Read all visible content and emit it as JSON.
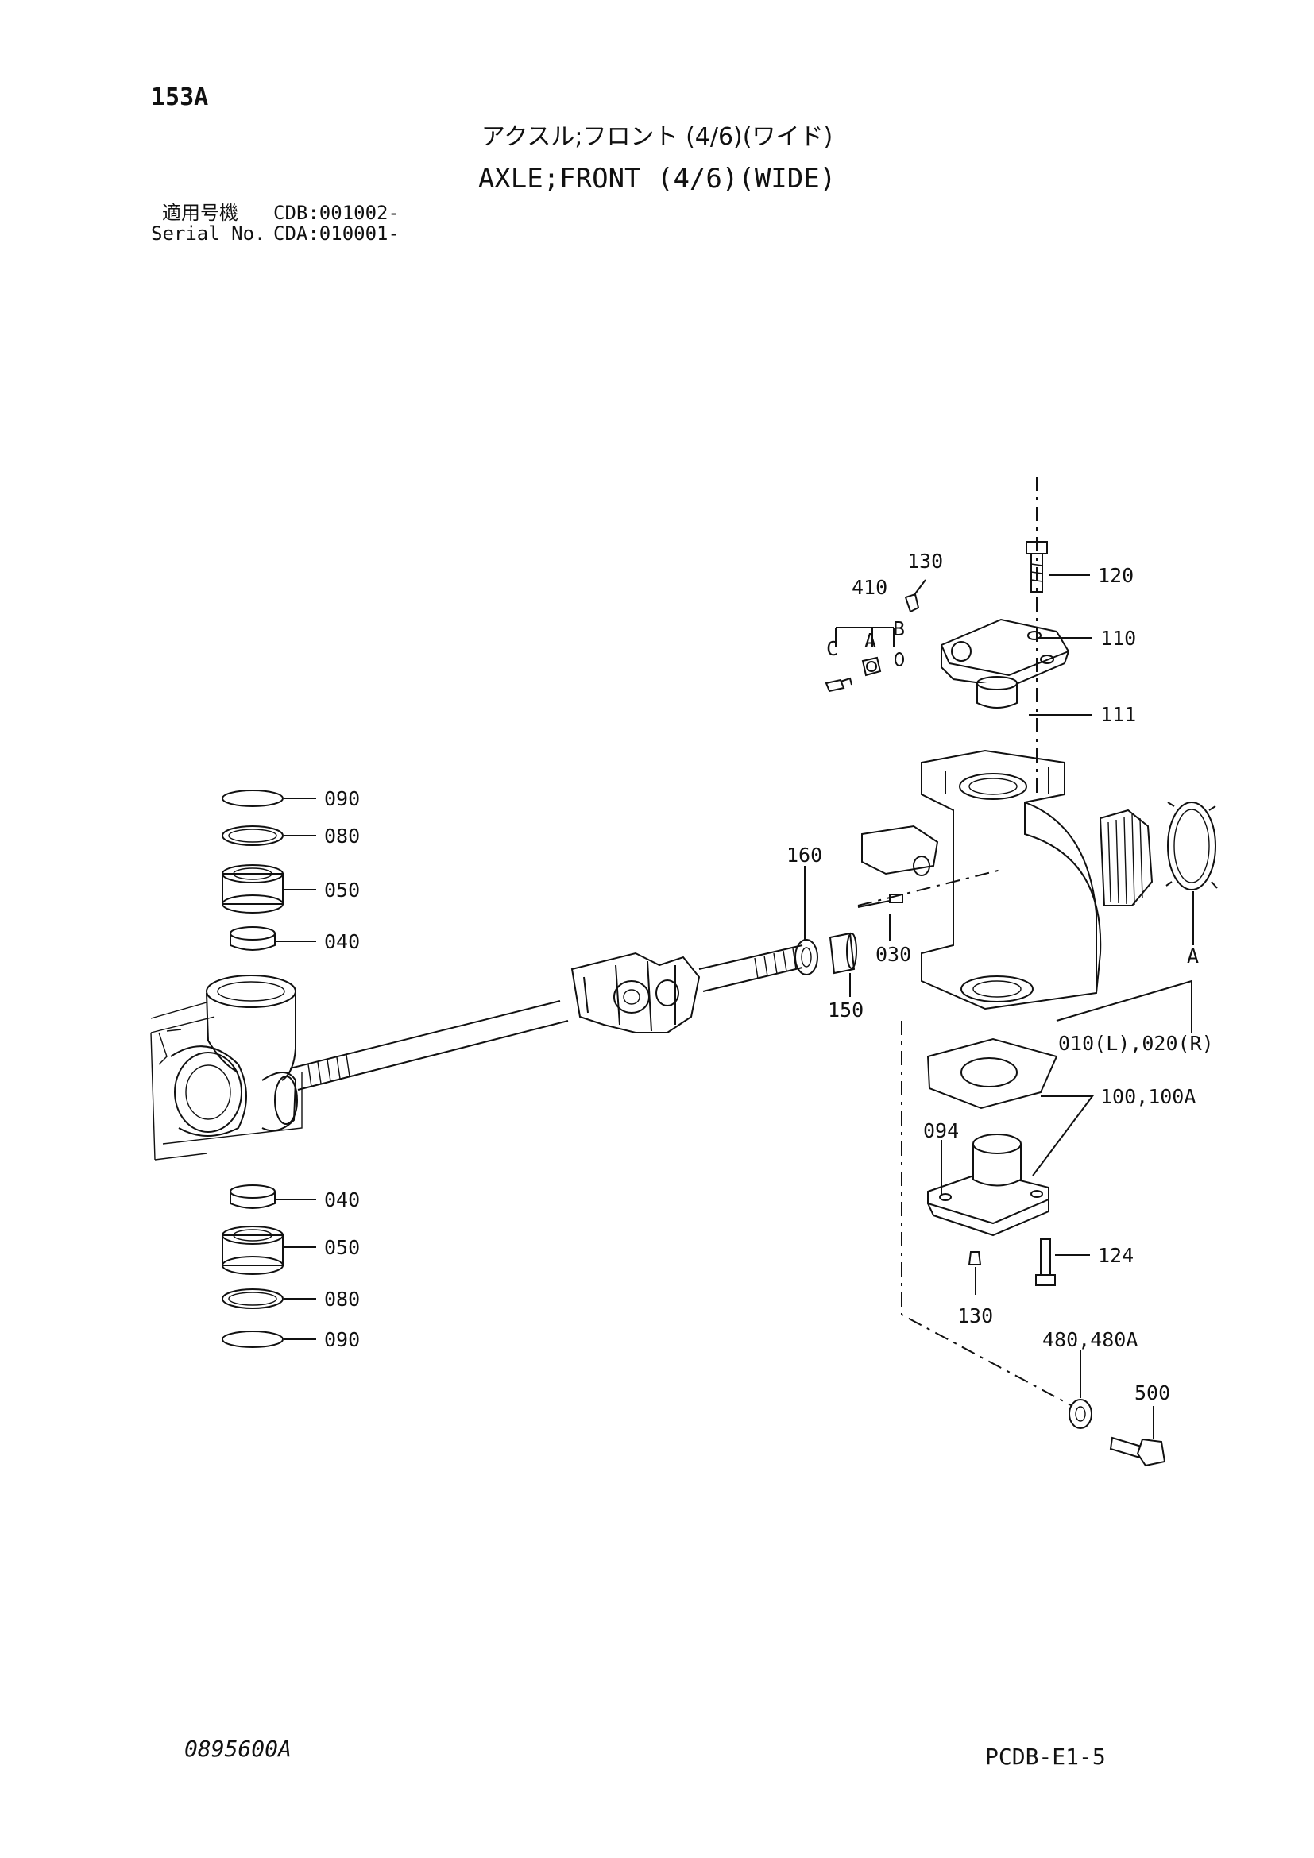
{
  "header": {
    "page_number": "153A",
    "title_jp": "アクスル;フロント (4/6)(ワイド)",
    "title_en": "AXLE;FRONT (4/6)(WIDE)",
    "serial_label_jp": "適用号機",
    "serial_label_en": "Serial No.",
    "serial_value_1": "CDB:001002-",
    "serial_value_2": "CDA:010001-"
  },
  "callouts": {
    "p130_top": "130",
    "p120": "120",
    "p410": "410",
    "letter_a_top": "A",
    "letter_b": "B",
    "letter_c": "C",
    "p110": "110",
    "p111": "111",
    "p090_top": "090",
    "p080_top": "080",
    "p050_top": "050",
    "p040_top": "040",
    "p160": "160",
    "p030": "030",
    "letter_a_right": "A",
    "p150": "150",
    "p010_020": "010(L),020(R)",
    "p100": "100,100A",
    "p094": "094",
    "p040_bottom": "040",
    "p050_bottom": "050",
    "p124": "124",
    "p080_bottom": "080",
    "p090_bottom": "090",
    "p130_bottom": "130",
    "p480": "480,480A",
    "p500": "500"
  },
  "footer": {
    "drawing_number": "0895600A",
    "sheet_code": "PCDB-E1-5"
  }
}
